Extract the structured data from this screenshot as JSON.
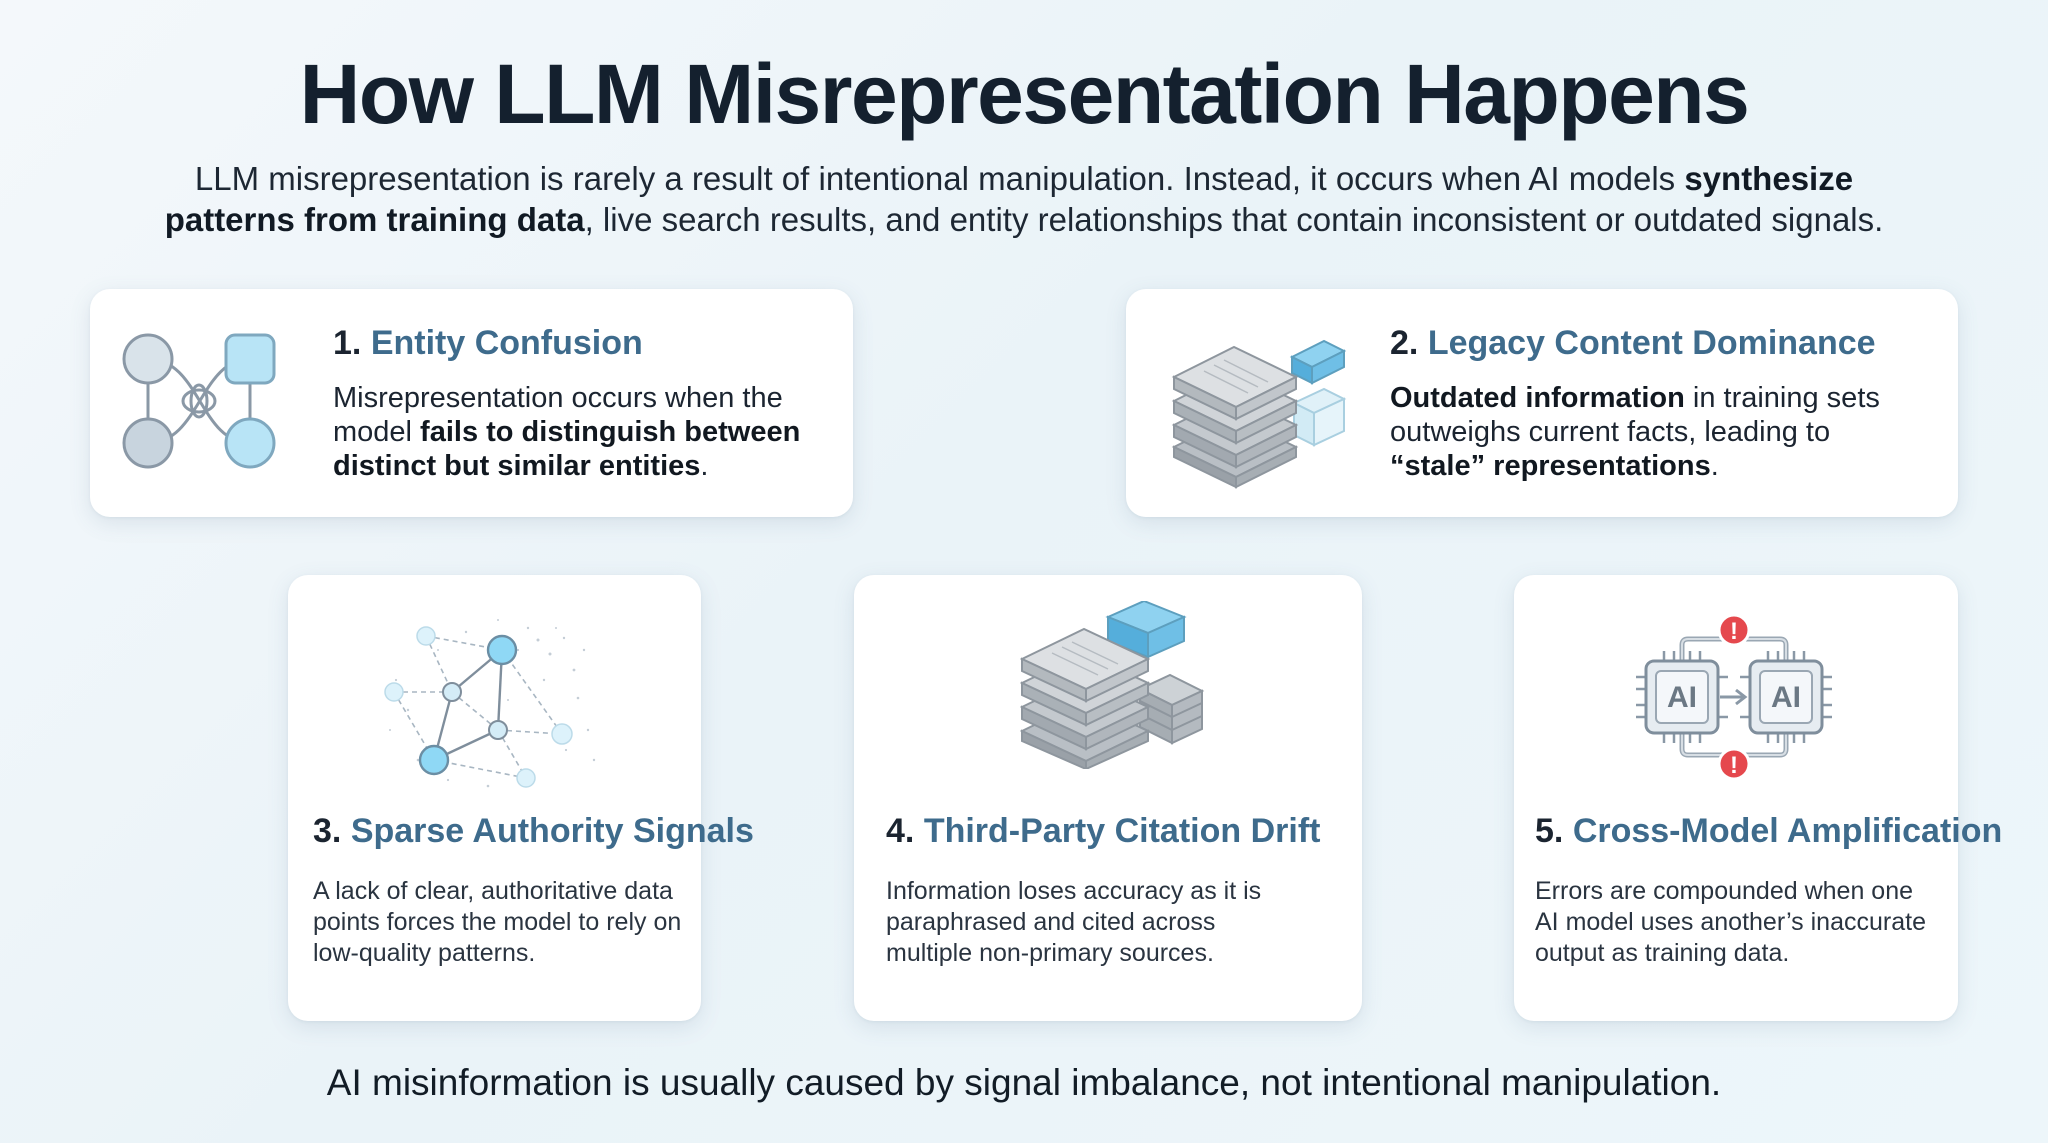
{
  "title": "How LLM Misrepresentation Happens",
  "intro": {
    "part1": "LLM misrepresentation is rarely a result of intentional manipulation. Instead, it occurs when AI models ",
    "bold1": "synthesize patterns from training data",
    "part2": ", live search results, and entity relationships that contain inconsistent or outdated signals."
  },
  "cards": [
    {
      "num": "1.",
      "name": "Entity Confusion",
      "body_a": "Misrepresentation occurs when the model ",
      "body_b": "fails to distinguish between distinct but similar entities",
      "body_c": ".",
      "icon": "entity-link-icon"
    },
    {
      "num": "2.",
      "name": "Legacy Content Dominance",
      "body_a": "Outdated information",
      "body_b": " in training sets outweighs current facts, leading to ",
      "body_c": "“stale” representations",
      "body_d": ".",
      "icon": "document-stack-icon"
    },
    {
      "num": "3.",
      "name": "Sparse Authority Signals",
      "body": "A lack of clear, authoritative data points forces the model to rely on low-quality patterns.",
      "icon": "sparse-network-icon"
    },
    {
      "num": "4.",
      "name": "Third-Party Citation Drift",
      "body": "Information loses accuracy as it is paraphrased and cited across multiple non-primary sources.",
      "icon": "document-stack-icon"
    },
    {
      "num": "5.",
      "name": "Cross-Model Amplification",
      "body": "Errors are compounded when one AI model uses another’s inaccurate output as training data.",
      "icon": "ai-chip-loop-icon",
      "chip_label": "AI",
      "alert_mark": "!"
    }
  ],
  "footer": "AI misinformation is usually caused by signal imbalance, not intentional manipulation.",
  "colors": {
    "accent": "#3e6b8c",
    "icon_blue": "#62c3ec",
    "alert_red": "#e5484d",
    "card_bg": "#ffffff"
  }
}
